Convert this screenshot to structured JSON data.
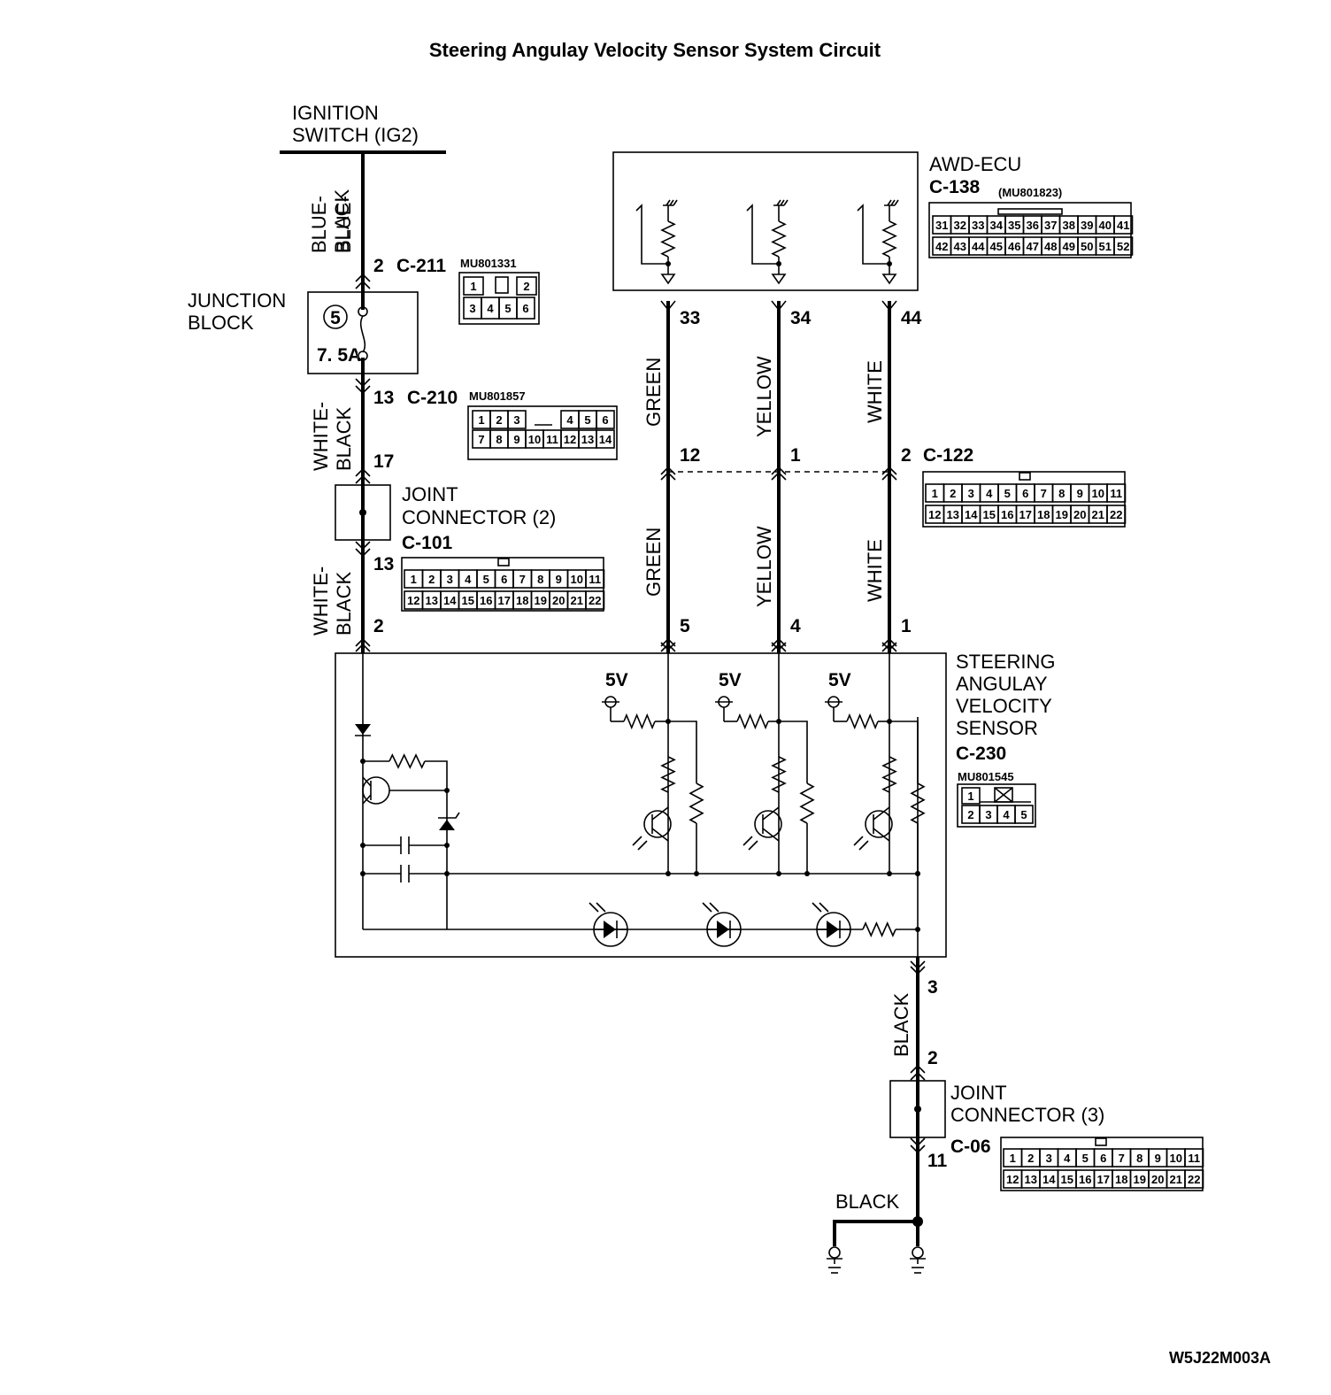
{
  "title": "Steering Angulay Velocity Sensor System Circuit",
  "figure_code": "W5J22M003A",
  "ignition": {
    "line1": "IGNITION",
    "line2": "SWITCH (IG2)"
  },
  "junction_block": {
    "line1": "JUNCTION",
    "line2": "BLOCK",
    "fuse_number": "5",
    "fuse_rating": "7. 5A"
  },
  "awd_ecu": {
    "name": "AWD-ECU",
    "connector": "C-138",
    "part": "(MU801823)",
    "rows": [
      [
        "31",
        "32",
        "33",
        "34",
        "35",
        "36",
        "37",
        "38",
        "39",
        "40",
        "41"
      ],
      [
        "42",
        "43",
        "44",
        "45",
        "46",
        "47",
        "48",
        "49",
        "50",
        "51",
        "52"
      ]
    ],
    "pins": [
      "33",
      "34",
      "44"
    ]
  },
  "c211": {
    "pin": "2",
    "connector": "C-211",
    "part": "MU801331",
    "rows": [
      [
        "1",
        "2"
      ],
      [
        "3",
        "4",
        "5",
        "6"
      ]
    ]
  },
  "c210": {
    "pin": "13",
    "connector": "C-210",
    "part": "MU801857",
    "rows": [
      [
        "1",
        "2",
        "3",
        "4",
        "5",
        "6"
      ],
      [
        "7",
        "8",
        "9",
        "10",
        "11",
        "12",
        "13",
        "14"
      ]
    ]
  },
  "joint2": {
    "line1": "JOINT",
    "line2": "CONNECTOR (2)",
    "connector": "C-101",
    "pin_in": "17",
    "pin_out": "13"
  },
  "c122": {
    "connector": "C-122",
    "pins": [
      "12",
      "1",
      "2"
    ]
  },
  "grid22": {
    "rows": [
      [
        "1",
        "2",
        "3",
        "4",
        "5",
        "6",
        "7",
        "8",
        "9",
        "10",
        "11"
      ],
      [
        "12",
        "13",
        "14",
        "15",
        "16",
        "17",
        "18",
        "19",
        "20",
        "21",
        "22"
      ]
    ]
  },
  "sensor": {
    "lines": [
      "STEERING",
      "ANGULAY",
      "VELOCITY",
      "SENSOR"
    ],
    "connector": "C-230",
    "part": "MU801545",
    "rows": [
      [
        "1"
      ],
      [
        "2",
        "3",
        "4",
        "5"
      ]
    ],
    "pins": [
      "2",
      "5",
      "4",
      "1"
    ],
    "supply": "5V"
  },
  "wires": {
    "blue_black": [
      "BLUE-",
      "BLACK"
    ],
    "white_black": [
      "WHITE-",
      "BLACK"
    ],
    "green": "GREEN",
    "yellow": "YELLOW",
    "white": "WHITE",
    "black": "BLACK"
  },
  "ground_path": {
    "pin_sensor": "3",
    "pin_joint_in": "2",
    "pin_joint_out": "11"
  },
  "joint3": {
    "line1": "JOINT",
    "line2": "CONNECTOR (3)",
    "connector": "C-06"
  }
}
